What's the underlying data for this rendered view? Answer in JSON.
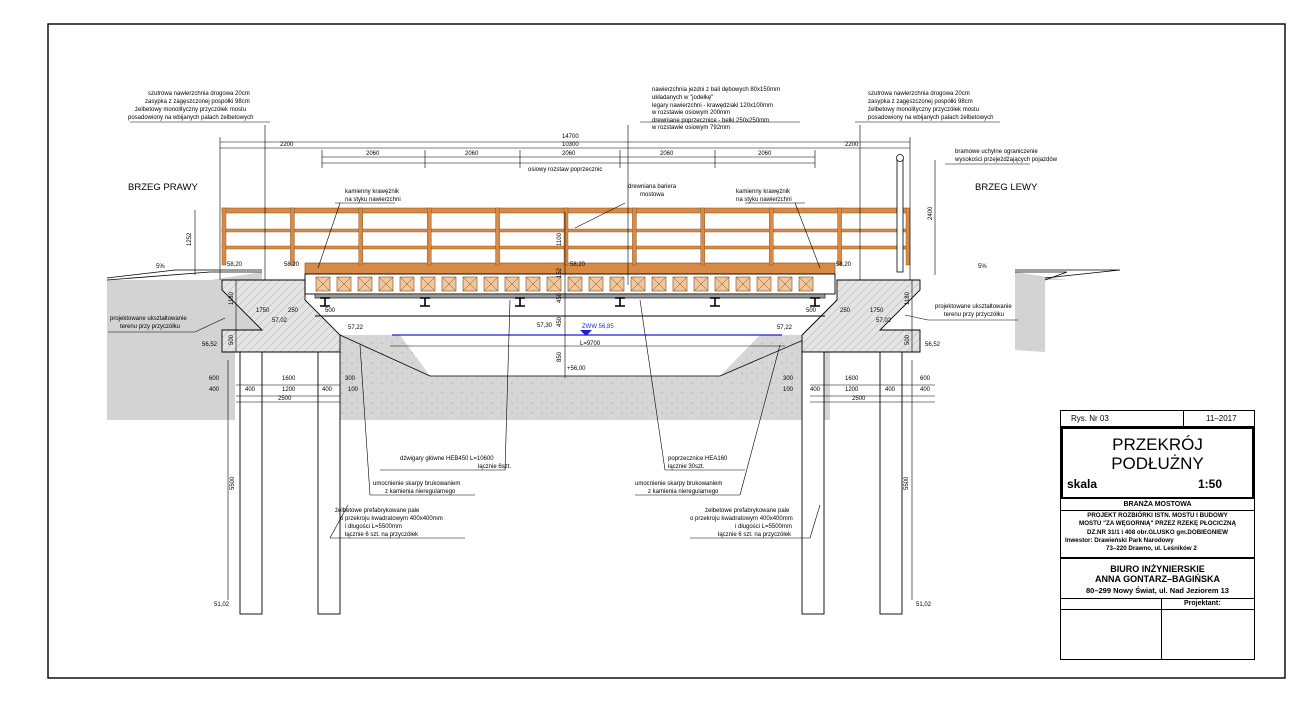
{
  "banks": {
    "right": "BRZEG PRAWY",
    "left": "BRZEG LEWY"
  },
  "notes": {
    "surface_left": [
      "szutrowa nawierzchnia drogowa 20cm",
      "zasypka z zagęszczonej pospółki 98cm",
      "żelbetowy monolityczny przyczółek mostu",
      "posadowiony na wbijanych palach żelbetowych"
    ],
    "deck": [
      "nawierzchnia jezdni z bali dębowych 80x150mm",
      "układanych w \"jodełkę\"",
      "legary nawierzchni - krawędziaki 120x100mm",
      "w rozstawie osiowym 200mm",
      "drewniane poprzecznice - belki 250x250mm",
      "w rozstawie osiowym 792mm"
    ],
    "surface_right": [
      "szutrowa nawierzchnia drogowa 20cm",
      "zasypka z zagęszczonej pospółki 98cm",
      "żelbetowy monolityczny przyczółek mostu",
      "posadowiony na wbijanych palach żelbetowych"
    ],
    "gate": [
      "bramowe uchylne ograniczenie",
      "wysokości przejeżdżających pojazdów"
    ],
    "curb_left": [
      "kamienny krawężnik",
      "na styku nawierzchni"
    ],
    "barrier": [
      "drewniana bariera",
      "mostowa"
    ],
    "curb_right": [
      "kamienny krawężnik",
      "na styku nawierzchni"
    ],
    "terrain_left": [
      "projektowane ukształtowanie",
      "terenu przy przyczółku"
    ],
    "terrain_right": [
      "projektowane ukształtowanie",
      "terenu przy przyczółku"
    ],
    "girders": [
      "dźwigary główne HEB450 L=10600",
      "łącznie 6szt."
    ],
    "crossbeams": [
      "poprzecznice HEA160",
      "łącznie 30szt."
    ],
    "scarp_left": [
      "umocnienie skarpy brukowaniem",
      "z kamienia nieregularnego"
    ],
    "scarp_right": [
      "umocnienie skarpy brukowaniem",
      "z kamienia nieregularnego"
    ],
    "piles_left": [
      "żelbetowe prefabrykowane pale",
      "o przekroju kwadratowym 400x400mm",
      "i długości L=5500mm",
      "łącznie 6 szt. na przyczółek"
    ],
    "piles_right": [
      "żelbetowe prefabrykowane pale",
      "o przekroju kwadratowym 400x400mm",
      "i długości L=5500mm",
      "łącznie 6 szt. na przyczółek"
    ]
  },
  "dims": {
    "total": "14700",
    "span": "10300",
    "abut_left": "2200",
    "abut_right": "2200",
    "bay1": "2060",
    "bay2": "2060",
    "bay3": "2060",
    "bay4": "2060",
    "bay5": "2060",
    "bay_caption": "osiowy rozstaw poprzecznic",
    "rail_h": "1252",
    "rail_h2": "1100",
    "gate_h": "2400",
    "deck_152": "152",
    "deck_450": "450",
    "deck_450b": "450",
    "clear_850": "850",
    "wall_l": "1180",
    "wall_r": "1180",
    "d250_l": "250",
    "d250_r": "250",
    "d1750_l": "1750",
    "d1750_r": "1750",
    "d500_l": "500",
    "d500_r": "500",
    "d500_bl": "500",
    "d500_br": "500",
    "pile_l": "5500",
    "pile_r": "5500",
    "slope_l": "5%",
    "slope_r": "5%",
    "river": "L=9700",
    "foot_l": {
      "r1": [
        "600",
        "1600",
        "300"
      ],
      "r2": [
        "400",
        "400",
        "1200",
        "400",
        "100"
      ],
      "r3": "2500"
    },
    "foot_r": {
      "r1": [
        "300",
        "1600",
        "600"
      ],
      "r2": [
        "100",
        "400",
        "1200",
        "400",
        "400"
      ],
      "r3": "2500"
    }
  },
  "levels": {
    "l1": "58,20",
    "l2": "58,20",
    "l3": "58,20",
    "l4": "58,20",
    "l5": "57,02",
    "l6": "57,02",
    "l7": "56,52",
    "l8": "56,52",
    "l9": "57,22",
    "l10": "57,22",
    "l11": "57,30",
    "l12": "+56,00",
    "l13": "51,02",
    "l14": "51,02",
    "zww": "ZWW 56,85"
  },
  "title_block": {
    "sheet": "Rys. Nr 03",
    "date": "11–2017",
    "title1": "PRZEKRÓJ",
    "title2": "PODŁUŻNY",
    "scale_label": "skala",
    "scale_value": "1:50",
    "branch": "BRANŻA MOSTOWA",
    "project1": "PROJEKT ROZBIÓRKI ISTN. MOSTU I BUDOWY",
    "project2": "MOSTU \"ZA WĘGORNIĄ\" PRZEZ RZEKĘ PŁOCICZNĄ",
    "project3": "DZ.NR 31/1 i 408 obr.GLUSKO gm.DOBIEGNIEW",
    "investor1": "Inwestor: Drawieński Park Narodowy",
    "investor2": "73–220 Drawno, ul. Leśników 2",
    "office1": "BIURO INŻYNIERSKIE",
    "office2": "ANNA GONTARZ–BAGIŃSKA",
    "office3": "80–299 Nowy Świat, ul. Nad Jeziorem 13",
    "designer": "Projektant:"
  },
  "colors": {
    "timber": "#d98b46",
    "water": "#1f1fd8",
    "soil": "#d4d4d4",
    "line": "#000000"
  }
}
